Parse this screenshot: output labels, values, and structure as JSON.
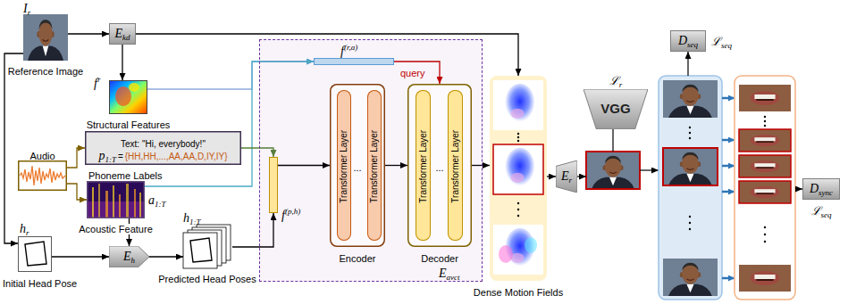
{
  "diagram": {
    "nodes": [
      {
        "text": [
          "I",
          "r",
          "Reference Image"
        ]
      },
      {
        "text": [
          "E",
          "kd"
        ]
      },
      {
        "text": [
          "f",
          "r",
          "Structural Features"
        ]
      },
      {
        "text": [
          "Text: \"Hi, everybody!\"",
          "p",
          "1:T",
          "=",
          "{HH,HH,...,AA,AA,D,IY,IY}",
          "Phoneme Labels"
        ]
      },
      {
        "text": [
          "Audio"
        ]
      },
      {
        "text": [
          "a",
          "1:T",
          "Acoustic Feature"
        ]
      },
      {
        "text": [
          "h",
          "r",
          "Initial Head Pose"
        ]
      },
      {
        "text": [
          "E",
          "h"
        ]
      },
      {
        "text": [
          "h",
          "1:T",
          "Predicted Head Poses"
        ]
      },
      {
        "text": [
          "E",
          "avct"
        ]
      },
      {
        "text": [
          "f",
          "(p,h)"
        ],
        "in": 9
      },
      {
        "text": [
          "f",
          "(r,a)"
        ],
        "in": 9
      },
      {
        "text": [
          "...",
          "Encoder"
        ],
        "in": 9
      },
      {
        "text": [
          "Transformer Layer"
        ],
        "in": 12
      },
      {
        "text": [
          "Transformer Layer"
        ],
        "in": 12
      },
      {
        "text": [
          "...",
          "Decoder"
        ],
        "in": 9
      },
      {
        "text": [
          "Transformer Layer"
        ],
        "in": 15
      },
      {
        "text": [
          "Transformer Layer"
        ],
        "in": 15
      },
      {
        "text": [
          "Dense Motion Fields"
        ]
      },
      {
        "text": [
          "E",
          "r"
        ]
      },
      {
        "text": [
          "ℒ",
          "r",
          "VGG"
        ]
      },
      {
        "text": [
          "D",
          "seq",
          "ℒ",
          "seq"
        ]
      },
      {
        "text": [
          "D",
          "sync",
          "ℒ",
          "seq"
        ]
      }
    ],
    "edges": [
      {
        "from": 0,
        "to": 1,
        "arrow": "to"
      },
      {
        "from": 1,
        "to": 2,
        "arrow": "to"
      },
      {
        "from": 1,
        "to": 18,
        "arrow": "to"
      },
      {
        "from": 0,
        "to": 6,
        "arrow": "to"
      },
      {
        "from": 4,
        "to": 3,
        "arrow": "to"
      },
      {
        "from": 4,
        "to": 5,
        "arrow": "to"
      },
      {
        "from": 5,
        "to": 7,
        "arrow": "to"
      },
      {
        "from": 6,
        "to": 7,
        "arrow": "to"
      },
      {
        "from": 7,
        "to": 8,
        "arrow": "to"
      },
      {
        "from": 2,
        "to": 11,
        "arrow": "to"
      },
      {
        "from": 5,
        "to": 11,
        "arrow": "to"
      },
      {
        "from": 3,
        "to": 10,
        "arrow": "to"
      },
      {
        "from": 8,
        "to": 10,
        "arrow": "to"
      },
      {
        "from": 10,
        "to": 12,
        "arrow": "to"
      },
      {
        "from": 11,
        "to": 15,
        "label": "query",
        "arrow": "to"
      },
      {
        "from": 12,
        "to": 15,
        "arrow": "to"
      },
      {
        "from": 15,
        "to": 18,
        "arrow": "to"
      },
      {
        "from": 18,
        "to": 19,
        "arrow": "to"
      }
    ]
  }
}
